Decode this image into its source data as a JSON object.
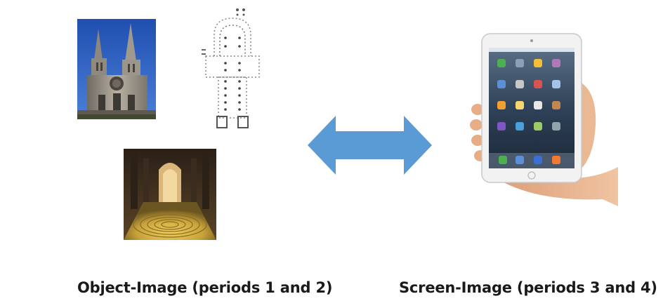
{
  "captions": {
    "left": "Object-Image (periods 1 and 2)",
    "right": "Screen-Image (periods 3 and 4)"
  },
  "images": {
    "facade": "cathedral-facade-photo",
    "floorplan": "cathedral-floor-plan",
    "interior": "cathedral-interior-labyrinth-photo",
    "device": "tablet-in-hand-photo"
  },
  "arrow": {
    "icon": "double-headed-arrow-icon",
    "color": "#5b9bd5"
  },
  "colors": {
    "caption": "#1a1a1a",
    "sky": "#2a5fc0",
    "stone": "#9c9488",
    "interior_floor": "#c8a23a",
    "tablet_bezel": "#f2f2f2",
    "skin": "#e9b48e"
  }
}
